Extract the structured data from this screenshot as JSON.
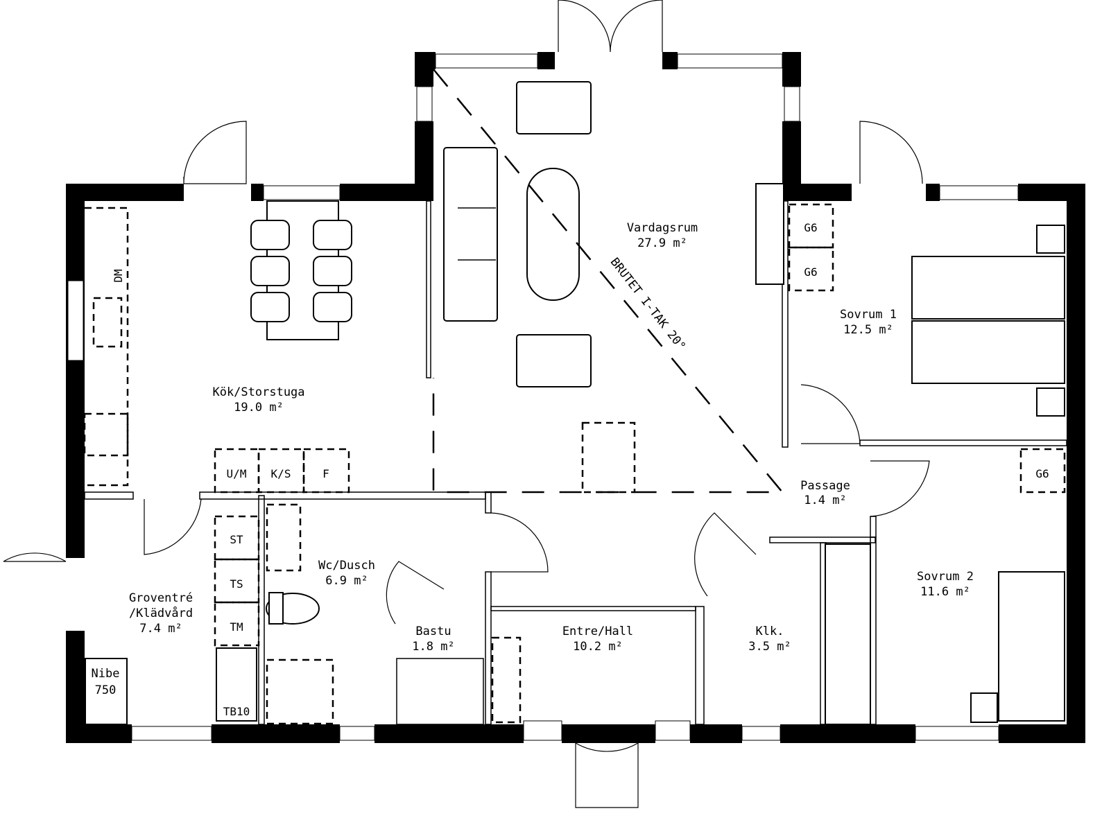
{
  "rooms": {
    "vardagsrum": {
      "name": "Vardagsrum",
      "area": "27.9 m²"
    },
    "kok": {
      "name": "Kök/Storstuga",
      "area": "19.0 m²"
    },
    "sovrum1": {
      "name": "Sovrum 1",
      "area": "12.5 m²"
    },
    "passage": {
      "name": "Passage",
      "area": "1.4 m²"
    },
    "sovrum2": {
      "name": "Sovrum 2",
      "area": "11.6 m²"
    },
    "wc": {
      "name": "Wc/Dusch",
      "area": "6.9 m²"
    },
    "groventre": {
      "name": "Groventré",
      "name2": "/Klädvård",
      "area": "7.4 m²"
    },
    "bastu": {
      "name": "Bastu",
      "area": "1.8 m²"
    },
    "entre": {
      "name": "Entre/Hall",
      "area": "10.2 m²"
    },
    "klk": {
      "name": "Klk.",
      "area": "3.5 m²"
    }
  },
  "annotations": {
    "ceiling": "BRUTET I-TAK 20°",
    "nibe": "Nibe",
    "nibe_model": "750"
  },
  "appliances": {
    "um": "U/M",
    "ks": "K/S",
    "f": "F",
    "dm": "DM",
    "st": "ST",
    "ts": "TS",
    "tm": "TM",
    "tb10": "TB10",
    "g6": "G6"
  }
}
